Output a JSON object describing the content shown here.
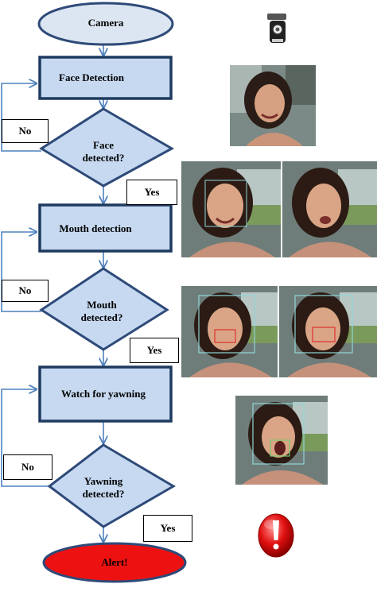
{
  "nodes": {
    "camera": "Camera",
    "face_detection": "Face Detection",
    "face_detected": "Face\ndetected?",
    "mouth_detection": "Mouth detection",
    "mouth_detected": "Mouth\ndetected?",
    "watch_yawning": "Watch for yawning",
    "yawning_detected": "Yawning\ndetected?",
    "alert": "Alert!"
  },
  "edge_labels": {
    "face_no": "No",
    "face_yes": "Yes",
    "mouth_no": "No",
    "mouth_yes": "Yes",
    "yawn_no": "No",
    "yawn_yes": "Yes"
  },
  "colors": {
    "process_fill": "#c6d9f1",
    "process_stroke": "#1f3a5f",
    "decision_stroke": "#2e4a78",
    "terminal_fill": "#dce6f2",
    "alert_fill": "#ee1111",
    "alert_stroke": "#2e4a78",
    "arrow": "#4f81bd"
  },
  "icons": [
    "webcam-icon",
    "alert-icon"
  ]
}
